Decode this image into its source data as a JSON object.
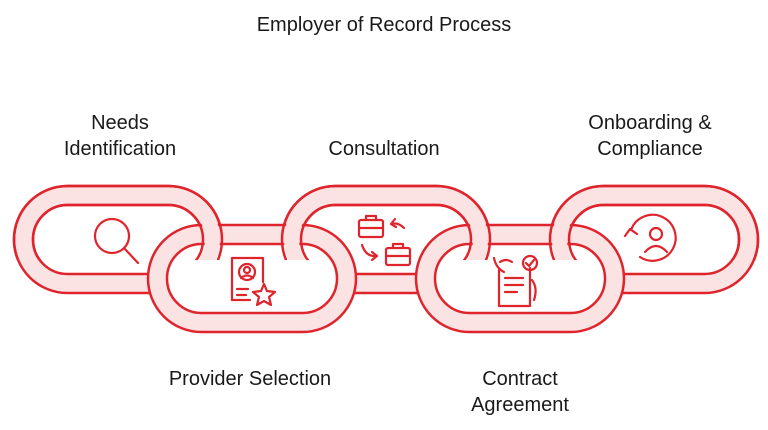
{
  "title": "Employer of Record Process",
  "steps": [
    {
      "label": "Needs\nIdentification",
      "icon": "magnifier-icon"
    },
    {
      "label": "Provider Selection",
      "icon": "id-badge-star-icon"
    },
    {
      "label": "Consultation",
      "icon": "briefcase-exchange-icon"
    },
    {
      "label": "Contract\nAgreement",
      "icon": "signed-contract-icon"
    },
    {
      "label": "Onboarding &\nCompliance",
      "icon": "user-cycle-icon"
    }
  ],
  "colors": {
    "link_stroke": "#e0242c",
    "link_fill": "#fbe3e4",
    "icon_stroke": "#e0242c",
    "text": "#1a1a1a"
  }
}
